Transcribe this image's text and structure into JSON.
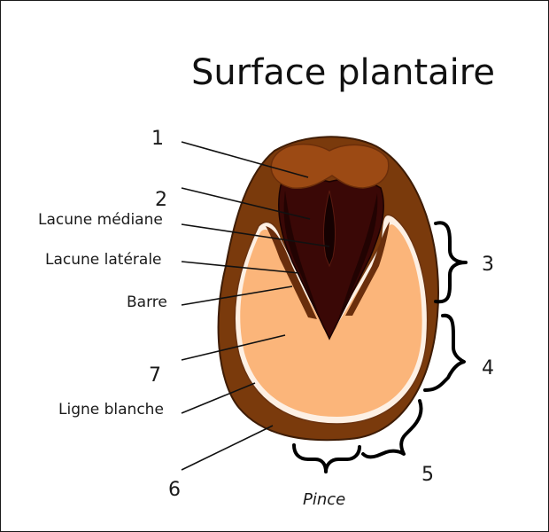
{
  "title": "Surface plantaire",
  "labels": {
    "n1": "1",
    "n2": "2",
    "lacune_mediane": "Lacune médiane",
    "lacune_laterale": "Lacune latérale",
    "barre": "Barre",
    "n7": "7",
    "ligne_blanche": "Ligne blanche",
    "n6": "6",
    "n3": "3",
    "n4": "4",
    "n5": "5",
    "pince": "Pince"
  },
  "colors": {
    "wall": "#7a3a0c",
    "wall_dark": "#5a2a08",
    "bulb": "#9c4a14",
    "frog": "#3a0806",
    "frog_dark": "#2a0403",
    "sole": "#fbb57a",
    "ink": "#111111"
  }
}
